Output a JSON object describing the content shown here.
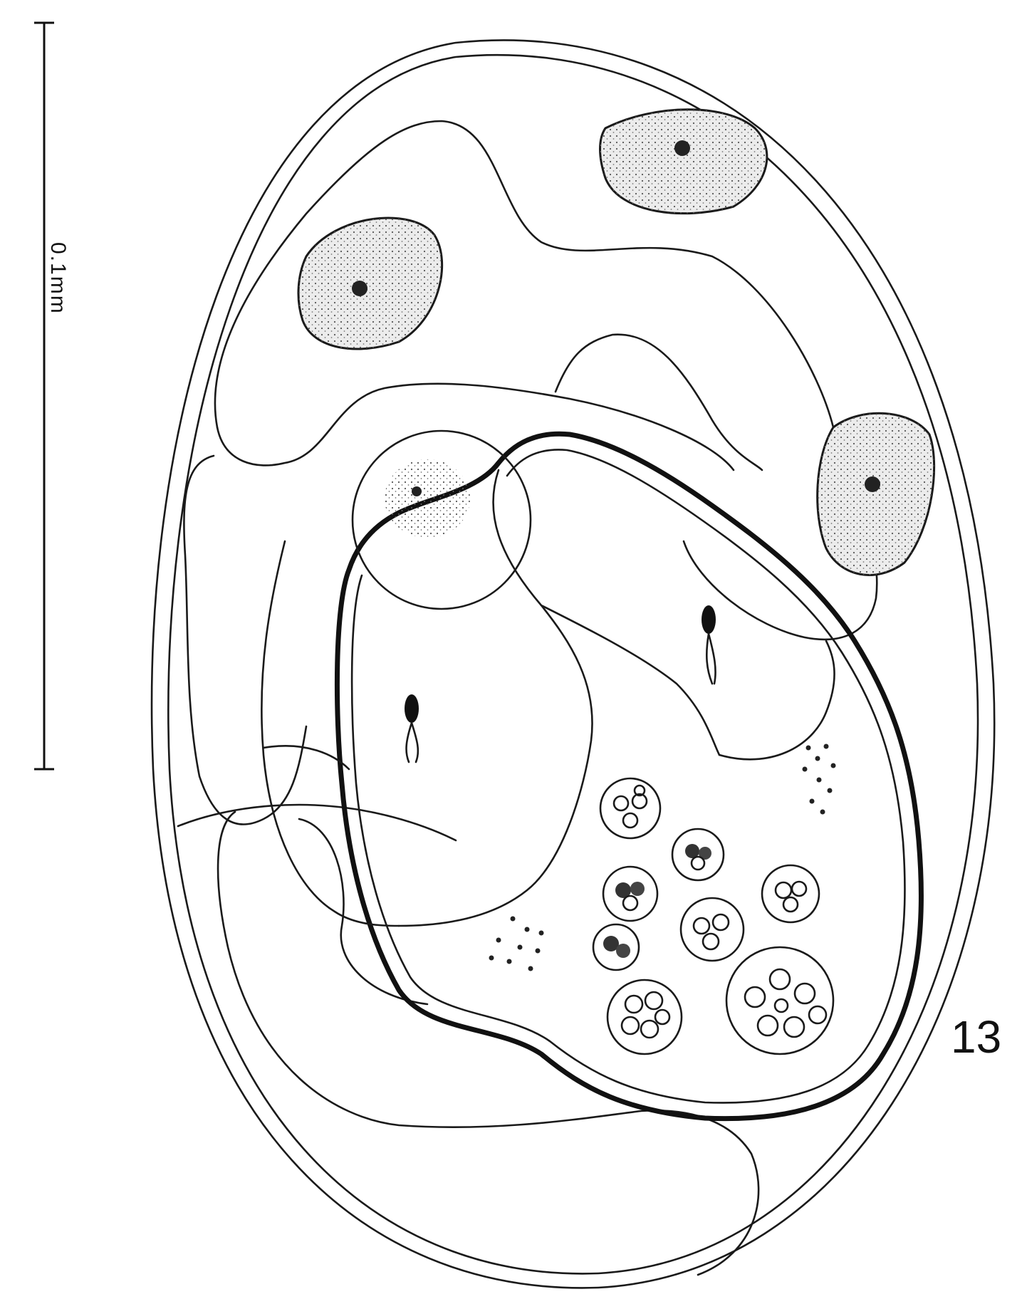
{
  "figure": {
    "scale_bar_label": "0.1mm",
    "figure_number": "13"
  },
  "colors": {
    "ink": "#1a1a1a",
    "paper": "#ffffff",
    "stipple": "#ececec"
  },
  "icons": [
    "scale-bar",
    "nucleus",
    "flagellated-cell",
    "cyst-cluster"
  ]
}
